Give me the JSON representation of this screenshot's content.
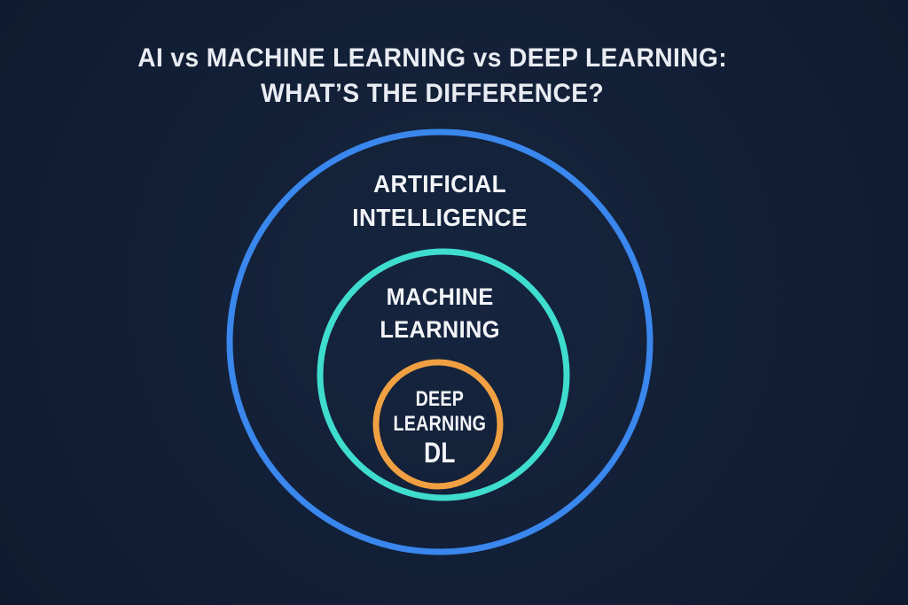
{
  "page": {
    "background_color": "#111E33"
  },
  "title": {
    "line1": "AI vs MACHINE LEARNING vs DEEP LEARNING:",
    "line2": "WHAT’S THE DIFFERENCE?",
    "text_color": "#E9ECF2"
  },
  "diagram": {
    "type": "nested-circles-euler-diagram",
    "rings": [
      {
        "name": "artificial-intelligence",
        "label_line1": "ARTIFICIAL",
        "label_line2": "INTELLIGENCE",
        "ring_color": "#3A87ED",
        "label_color": "#F2F4F8"
      },
      {
        "name": "machine-learning",
        "label_line1": "MACHINE",
        "label_line2": "LEARNING",
        "ring_color": "#3FDDCE",
        "label_color": "#F2F4F8"
      },
      {
        "name": "deep-learning",
        "label_line1": "DEEP",
        "label_line2": "LEARNING",
        "abbreviation": "DL",
        "ring_color": "#F0A042",
        "label_color": "#F2F4F8"
      }
    ]
  }
}
